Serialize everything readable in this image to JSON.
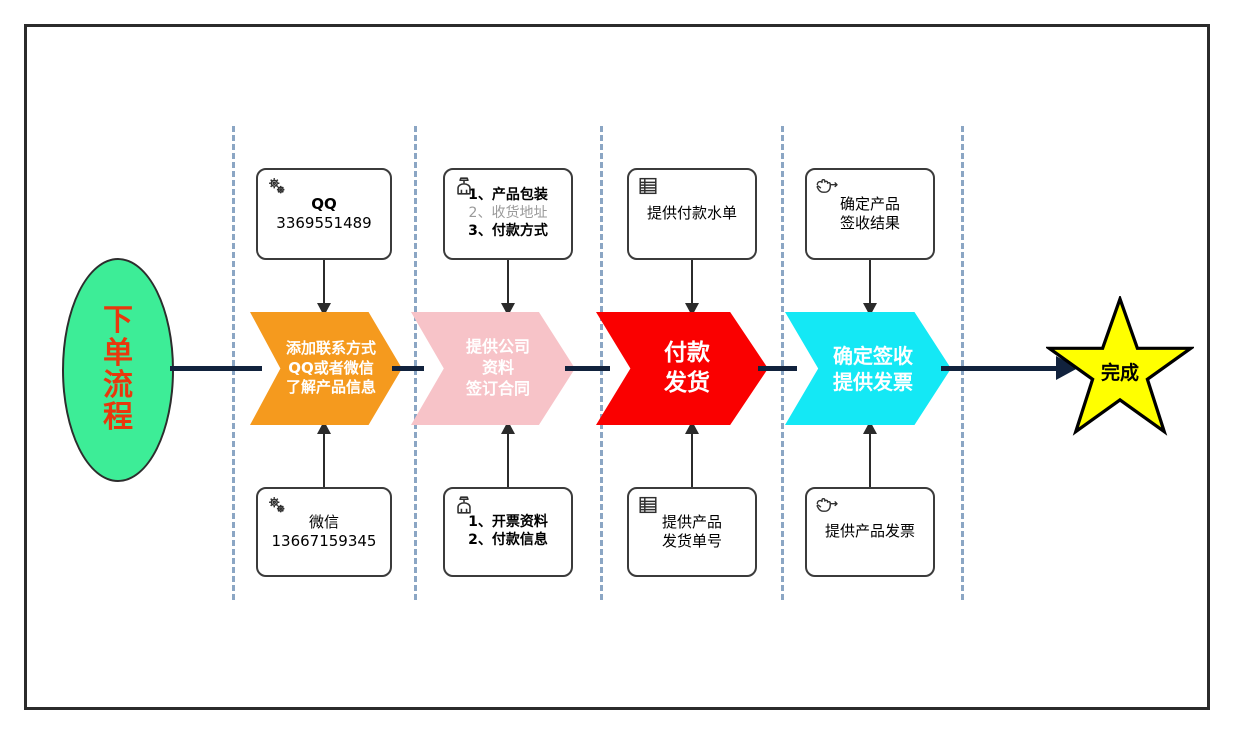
{
  "diagram": {
    "title": "下单流程",
    "start_node": {
      "label_lines": [
        "下",
        "单",
        "流",
        "程"
      ],
      "fill": "#3ded97",
      "text_color": "#e8380d",
      "shape": "ellipse"
    },
    "end_node": {
      "label": "完成",
      "fill": "#ffff00",
      "text_color": "#000000",
      "shape": "star"
    },
    "lane_separator_color": "#8ba6c4",
    "spine_color": "#11223d",
    "frame_color": "#2b2b2b",
    "stages": [
      {
        "id": "stage-1",
        "chevron": {
          "lines": [
            "添加联系方式",
            "QQ或者微信",
            "了解产品信息"
          ],
          "fill": "#f59a1e",
          "text_color": "#ffffff",
          "font_size": 15
        },
        "top_note": {
          "icon": "gear-icon",
          "lines": [
            {
              "text": "QQ",
              "bold": true,
              "gray": false
            },
            {
              "text": "3369551489",
              "bold": false,
              "gray": false
            }
          ],
          "align": "center"
        },
        "bottom_note": {
          "icon": "gear-icon",
          "lines": [
            {
              "text": "微信",
              "bold": false,
              "gray": false
            },
            {
              "text": "13667159345",
              "bold": false,
              "gray": false
            }
          ],
          "align": "center"
        }
      },
      {
        "id": "stage-2",
        "chevron": {
          "lines": [
            "提供公司",
            "资料",
            "签订合同"
          ],
          "fill": "#f7c3c8",
          "text_color": "#ffffff",
          "font_size": 16
        },
        "top_note": {
          "icon": "person-icon",
          "lines": [
            {
              "text": "1、产品包装",
              "bold": true,
              "gray": false
            },
            {
              "text": "2、收货地址",
              "bold": false,
              "gray": true
            },
            {
              "text": "3、付款方式",
              "bold": true,
              "gray": false
            }
          ],
          "align": "left"
        },
        "bottom_note": {
          "icon": "person-icon",
          "lines": [
            {
              "text": "1、开票资料",
              "bold": true,
              "gray": false
            },
            {
              "text": "2、付款信息",
              "bold": true,
              "gray": false
            }
          ],
          "align": "left"
        }
      },
      {
        "id": "stage-3",
        "chevron": {
          "lines": [
            "付款",
            "发货"
          ],
          "fill": "#fa0000",
          "text_color": "#ffffff",
          "font_size": 23
        },
        "top_note": {
          "icon": "list-icon",
          "lines": [
            {
              "text": "提供付款水单",
              "bold": false,
              "gray": false
            }
          ],
          "align": "center"
        },
        "bottom_note": {
          "icon": "list-icon",
          "lines": [
            {
              "text": "提供产品",
              "bold": false,
              "gray": false
            },
            {
              "text": "发货单号",
              "bold": false,
              "gray": false
            }
          ],
          "align": "center"
        }
      },
      {
        "id": "stage-4",
        "chevron": {
          "lines": [
            "确定签收",
            "提供发票"
          ],
          "fill": "#14e8f5",
          "text_color": "#ffffff",
          "font_size": 20
        },
        "top_note": {
          "icon": "pointing-hand-icon",
          "lines": [
            {
              "text": "确定产品",
              "bold": false,
              "gray": false
            },
            {
              "text": "签收结果",
              "bold": false,
              "gray": false
            }
          ],
          "align": "center"
        },
        "bottom_note": {
          "icon": "pointing-hand-icon",
          "lines": [
            {
              "text": "提供产品发票",
              "bold": false,
              "gray": false
            }
          ],
          "align": "center"
        }
      }
    ]
  }
}
